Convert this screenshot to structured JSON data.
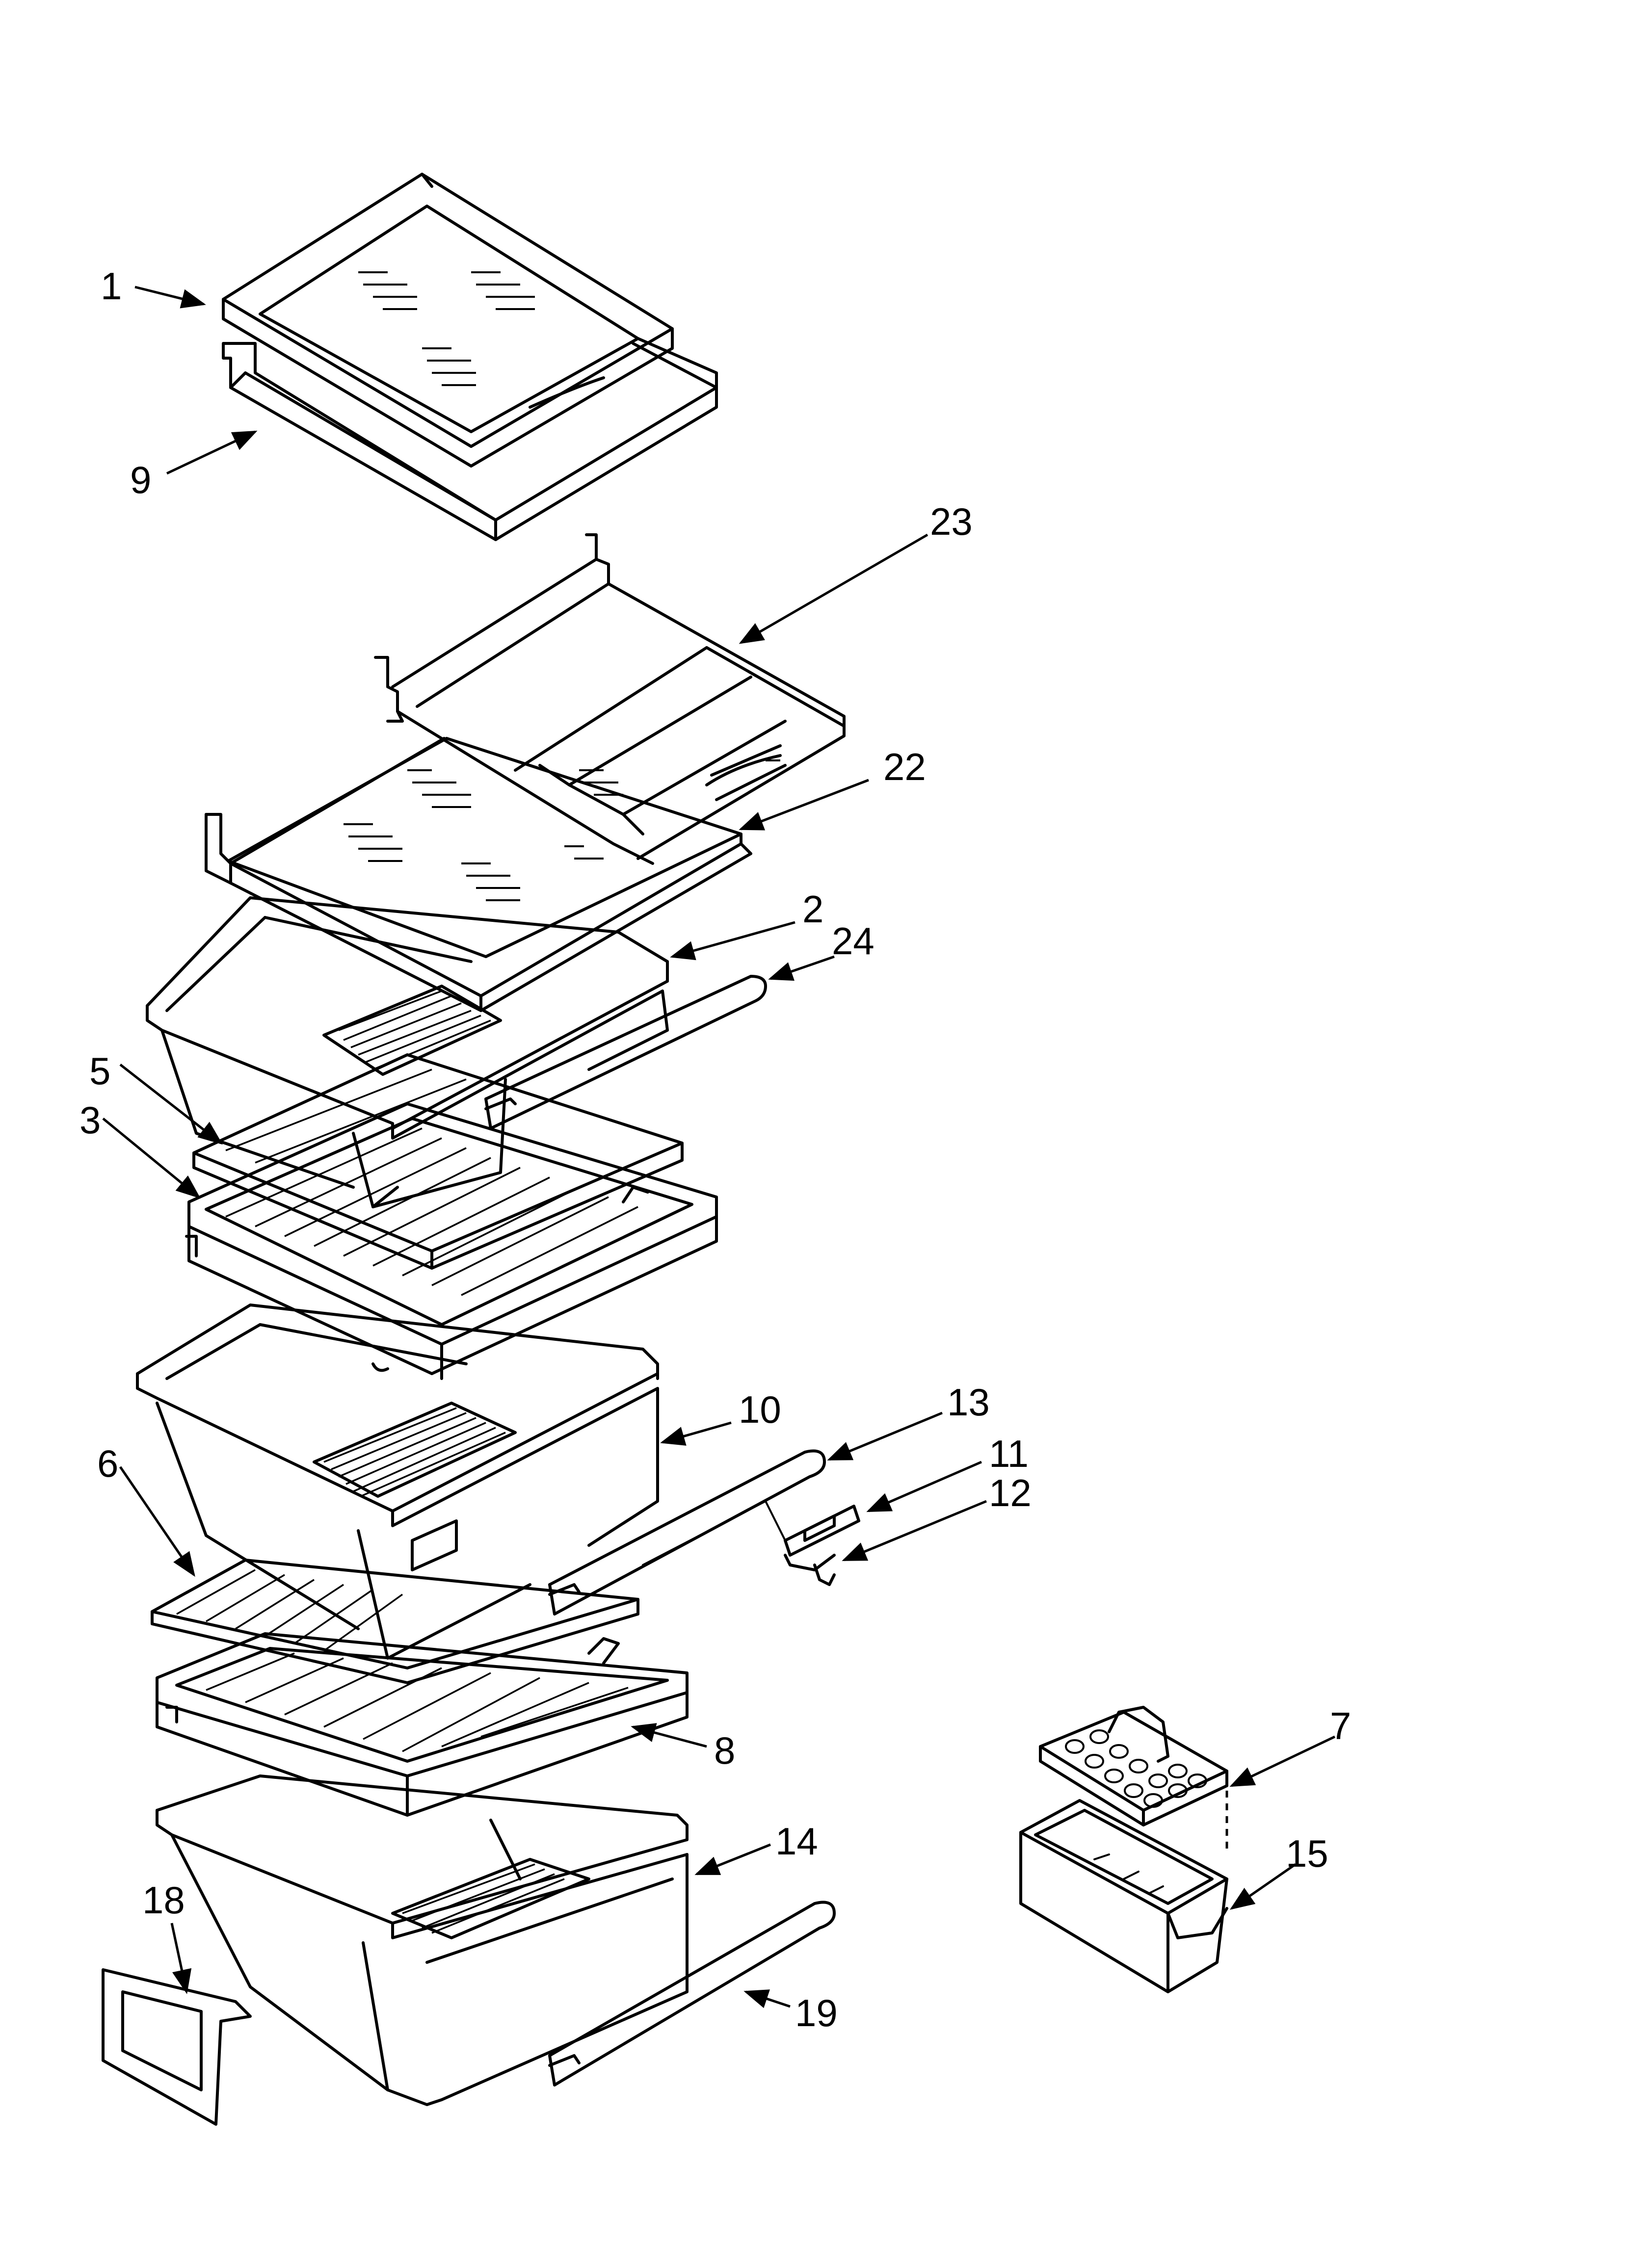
{
  "callouts": [
    {
      "id": "1",
      "label": "1"
    },
    {
      "id": "2",
      "label": "2"
    },
    {
      "id": "3",
      "label": "3"
    },
    {
      "id": "5",
      "label": "5"
    },
    {
      "id": "6",
      "label": "6"
    },
    {
      "id": "7",
      "label": "7"
    },
    {
      "id": "8",
      "label": "8"
    },
    {
      "id": "9",
      "label": "9"
    },
    {
      "id": "10",
      "label": "10"
    },
    {
      "id": "11",
      "label": "11"
    },
    {
      "id": "12",
      "label": "12"
    },
    {
      "id": "13",
      "label": "13"
    },
    {
      "id": "14",
      "label": "14"
    },
    {
      "id": "15",
      "label": "15"
    },
    {
      "id": "18",
      "label": "18"
    },
    {
      "id": "19",
      "label": "19"
    },
    {
      "id": "22",
      "label": "22"
    },
    {
      "id": "23",
      "label": "23"
    },
    {
      "id": "24",
      "label": "24"
    }
  ]
}
